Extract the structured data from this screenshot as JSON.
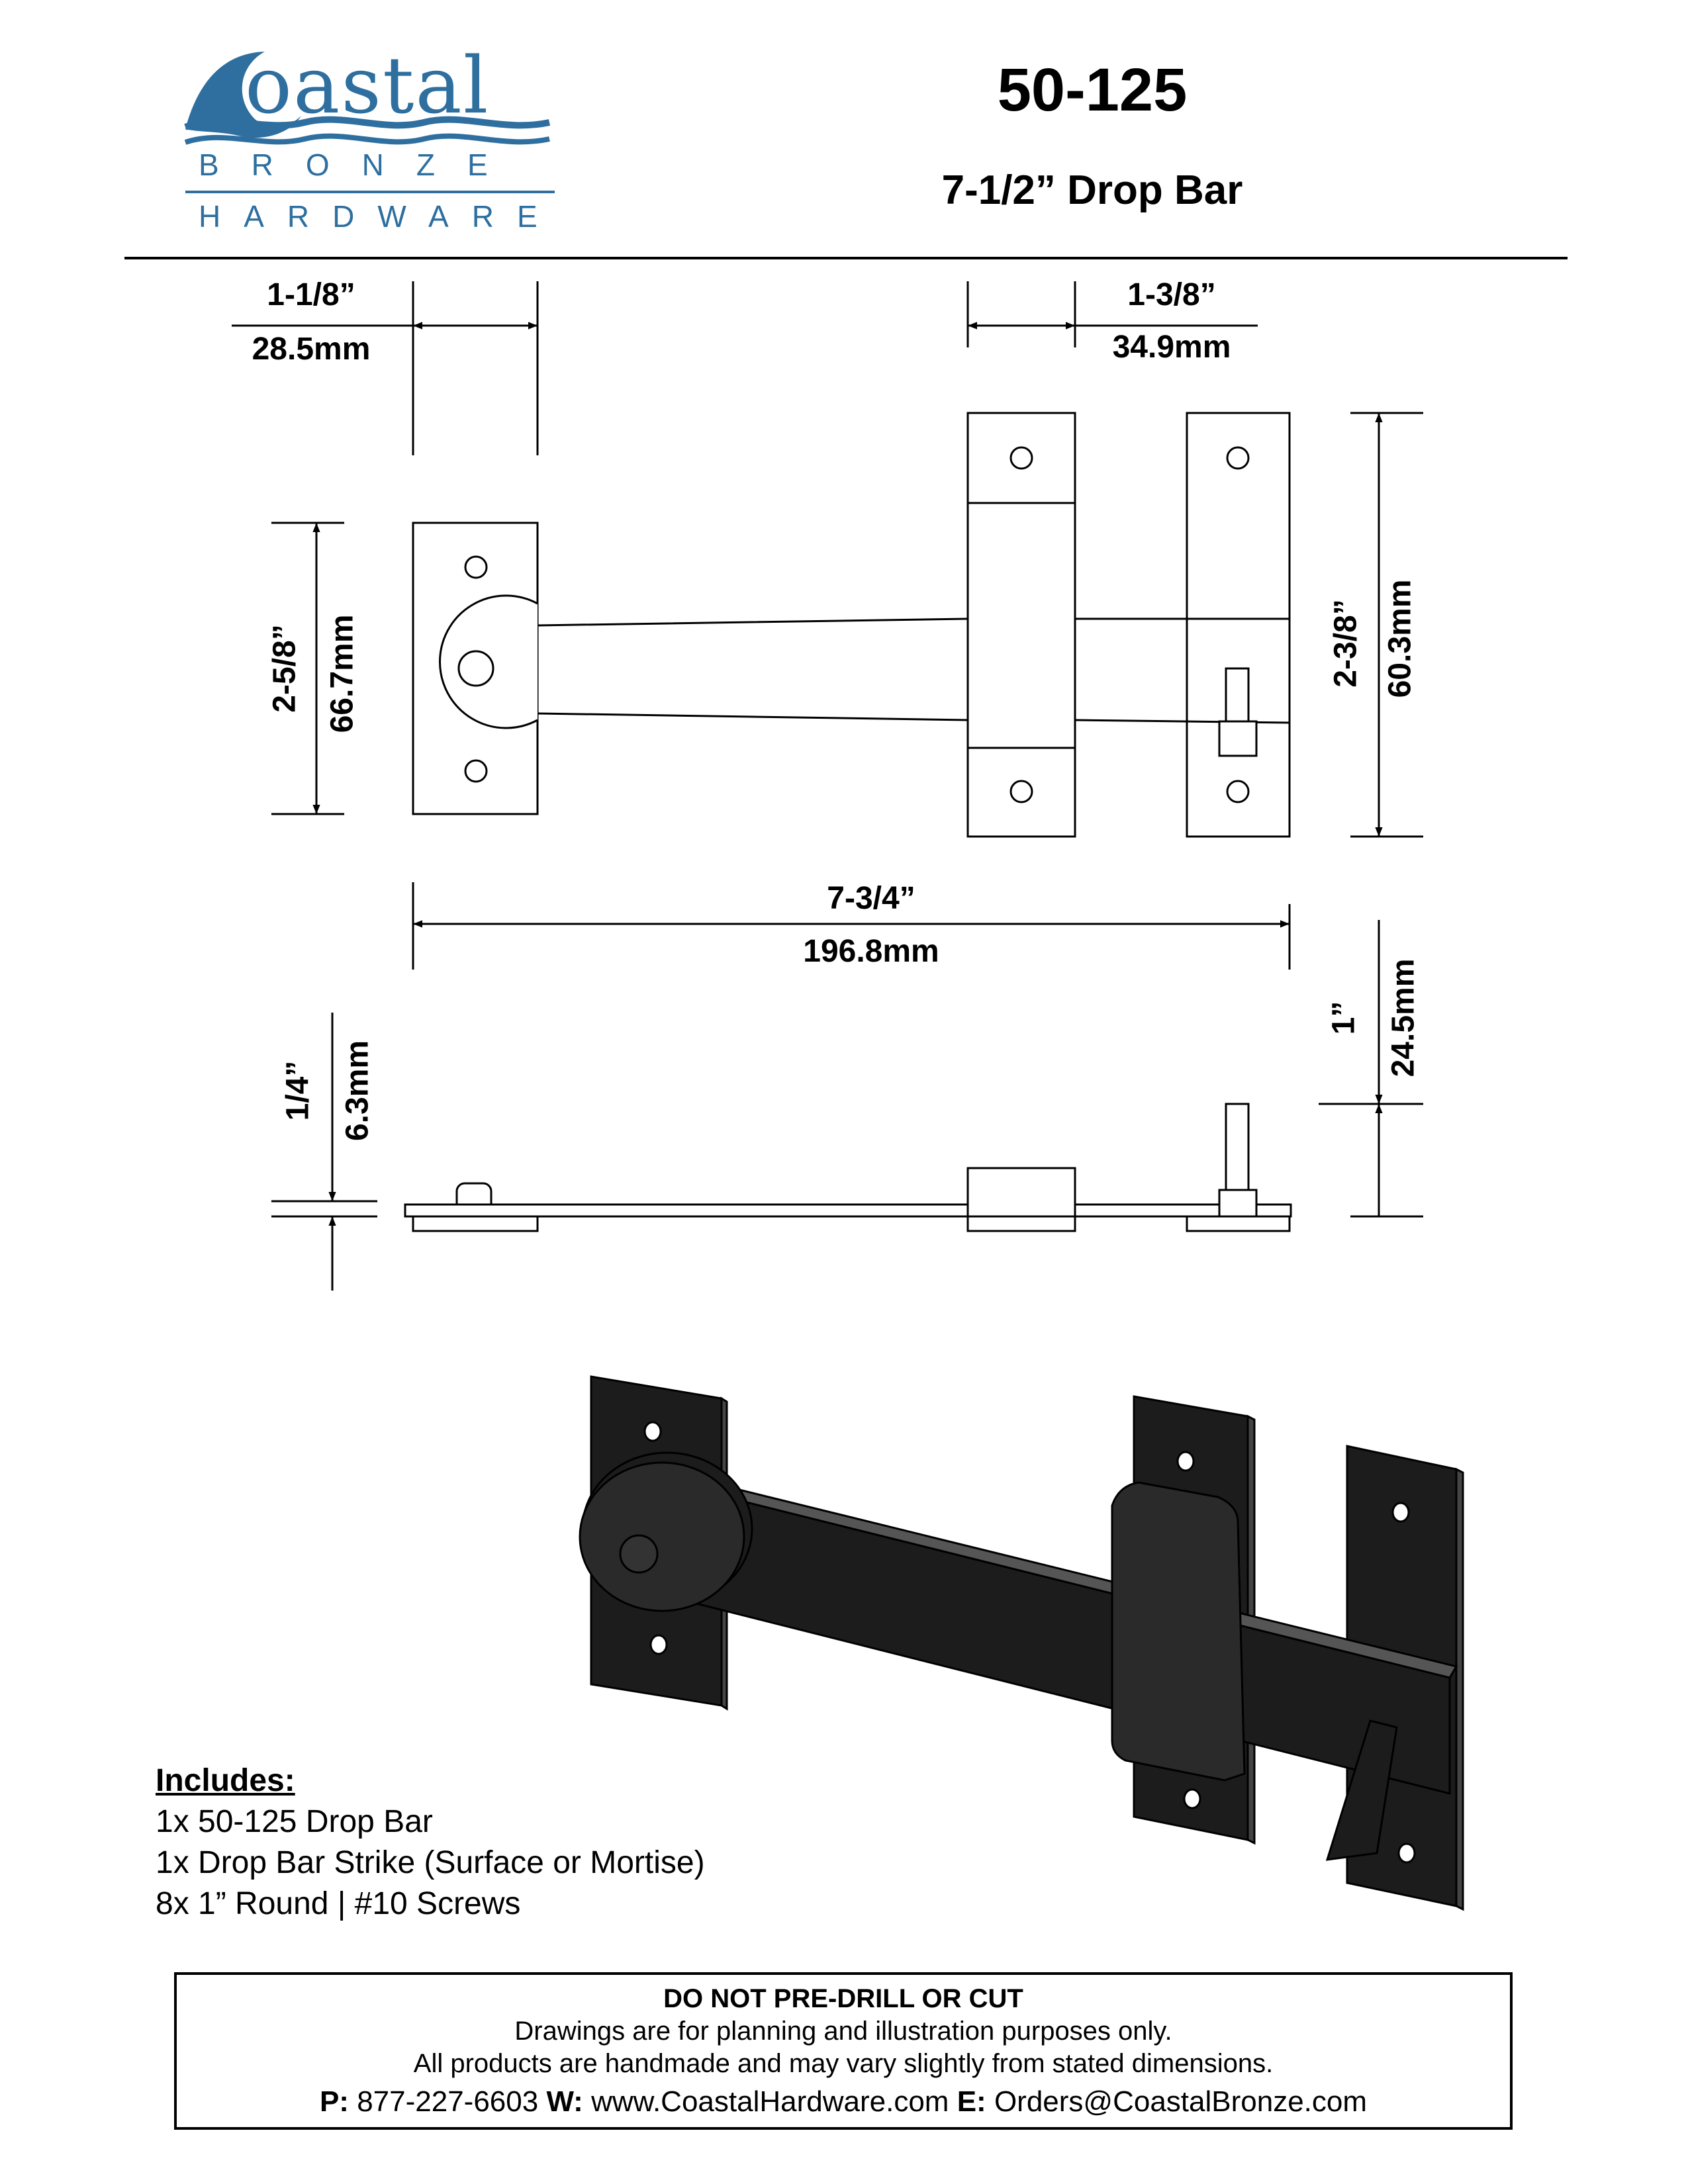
{
  "header": {
    "brand_word": "oastal",
    "brand_line2": "BRONZE",
    "brand_line3": "HARDWARE",
    "part_number": "50-125",
    "part_name": "7-1/2” Drop Bar",
    "brand_color": "#2e6fa0"
  },
  "dimensions": {
    "plate_width_in": "1-1/8”",
    "plate_width_mm": "28.5mm",
    "strike_width_in": "1-3/8”",
    "strike_width_mm": "34.9mm",
    "plate_height_in": "2-5/8”",
    "plate_height_mm": "66.7mm",
    "strike_height_in": "2-3/8”",
    "strike_height_mm": "60.3mm",
    "overall_length_in": "7-3/4”",
    "overall_length_mm": "196.8mm",
    "thickness_in": "1/4”",
    "thickness_mm": "6.3mm",
    "projection_in": "1”",
    "projection_mm": "24.5mm"
  },
  "includes": {
    "title": "Includes:",
    "items": [
      "1x  50-125 Drop Bar",
      "1x  Drop Bar Strike (Surface or Mortise)",
      "8x  1” Round | #10 Screws"
    ]
  },
  "notice": {
    "title": "DO NOT PRE-DRILL OR CUT",
    "line1": "Drawings are for planning and illustration purposes only.",
    "line2": "All products are handmade and may vary slightly from stated dimensions.",
    "phone_label": "P:",
    "phone": "877-227-6603",
    "web_label": "W:",
    "web": "www.CoastalHardware.com",
    "email_label": "E:",
    "email": "Orders@CoastalBronze.com"
  }
}
